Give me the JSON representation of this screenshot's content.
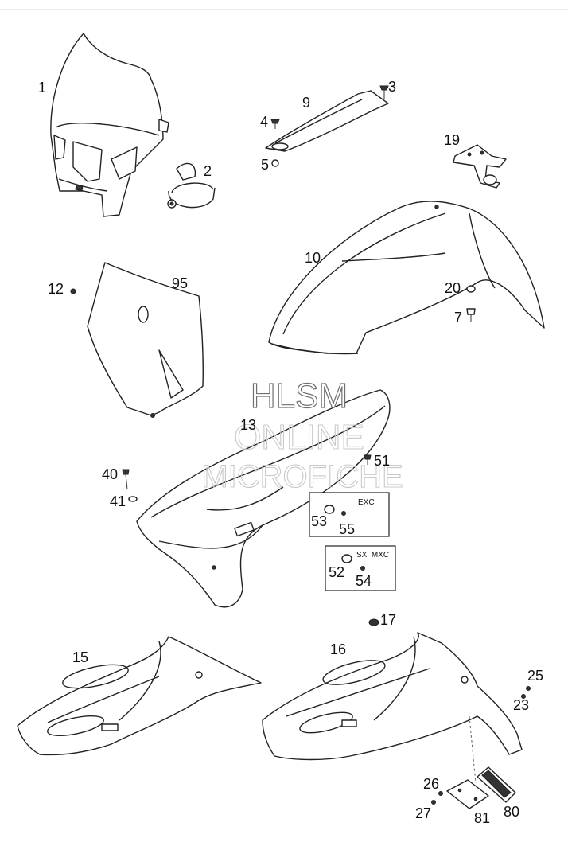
{
  "labels": {
    "p1": "1",
    "p2": "2",
    "p3": "3",
    "p4": "4",
    "p5": "5",
    "p7": "7",
    "p9": "9",
    "p10": "10",
    "p12": "12",
    "p13": "13",
    "p15": "15",
    "p16": "16",
    "p17": "17",
    "p19": "19",
    "p20": "20",
    "p23": "23",
    "p25": "25",
    "p26": "26",
    "p27": "27",
    "p40": "40",
    "p41": "41",
    "p51": "51",
    "p52": "52",
    "p53": "53",
    "p54": "54",
    "p55": "55",
    "p80": "80",
    "p81": "81",
    "p95": "95"
  },
  "boxes": {
    "exc": "EXC",
    "sx_mxc": "SX  MXC"
  },
  "watermark": {
    "line1": "HLSM",
    "line2": "ONLINE",
    "line3": "MICROFICHE"
  },
  "colors": {
    "line": "#222222",
    "watermark_outline": "#6f6f6f",
    "watermark_faint": "#c9c9c9"
  }
}
